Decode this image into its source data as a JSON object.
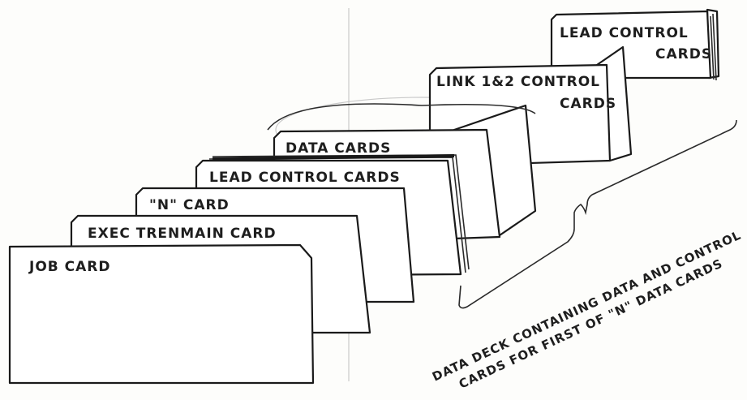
{
  "diagram": {
    "cards": {
      "lead_control_back": [
        "LEAD CONTROL",
        "CARDS"
      ],
      "link_control": [
        "LINK 1&2 CONTROL",
        "CARDS"
      ],
      "data_cards": "DATA CARDS",
      "lead_control_front": "LEAD CONTROL CARDS",
      "n_card": "\"N\" CARD",
      "exec_card": "EXEC TRENMAIN CARD",
      "job_card": "JOB CARD"
    },
    "brace_annotation": {
      "line1": "DATA DECK CONTAINING DATA AND CONTROL",
      "line2": "CARDS FOR FIRST OF \"N\" DATA CARDS"
    }
  }
}
